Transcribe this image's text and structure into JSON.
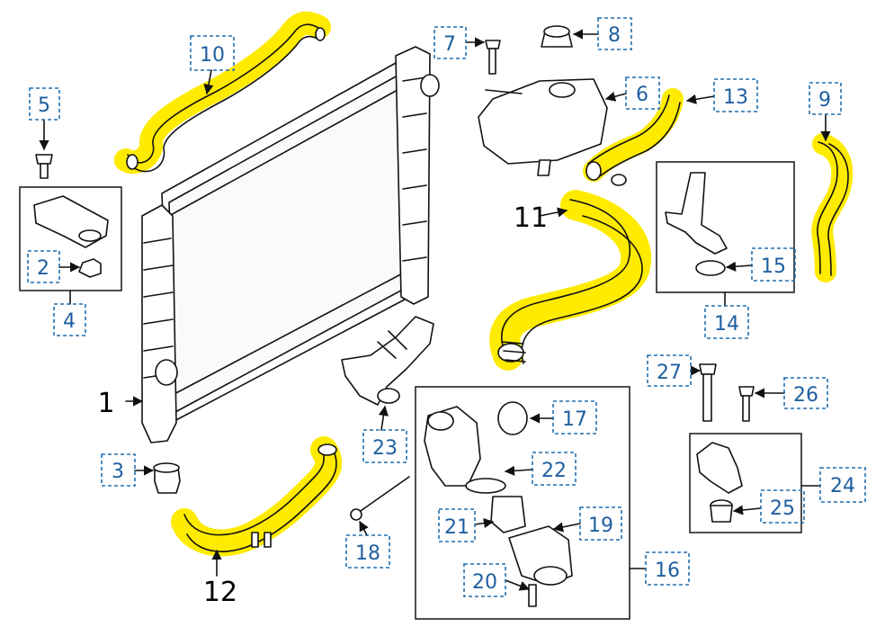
{
  "labels": {
    "l1": "1",
    "l2": "2",
    "l3": "3",
    "l4": "4",
    "l5": "5",
    "l6": "6",
    "l7": "7",
    "l8": "8",
    "l9": "9",
    "l10": "10",
    "l11": "11",
    "l12": "12",
    "l13": "13",
    "l14": "14",
    "l15": "15",
    "l16": "16",
    "l17": "17",
    "l18": "18",
    "l19": "19",
    "l20": "20",
    "l21": "21",
    "l22": "22",
    "l23": "23",
    "l24": "24",
    "l25": "25",
    "l26": "26",
    "l27": "27"
  },
  "colors": {
    "highlight": "#ffeb00",
    "callout_blue": "#1f5fa0",
    "line_art": "#111111"
  }
}
